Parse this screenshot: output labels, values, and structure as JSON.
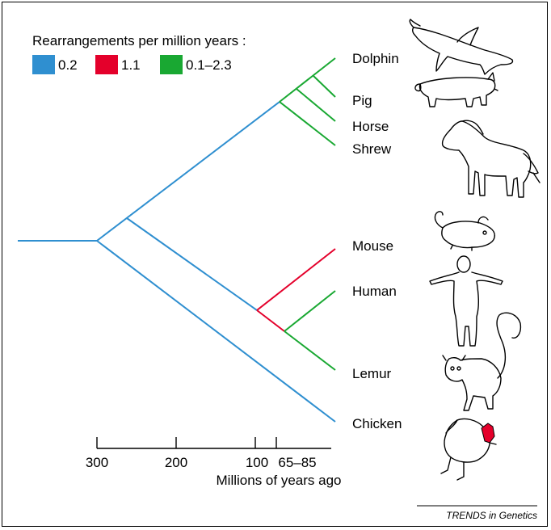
{
  "legend": {
    "title": "Rearrangements per million years :",
    "items": [
      {
        "label": "0.2",
        "color": "#2f8fd0"
      },
      {
        "label": "1.1",
        "color": "#e4002b"
      },
      {
        "label": "0.1–2.3",
        "color": "#19a832"
      }
    ]
  },
  "taxa": [
    "Dolphin",
    "Pig",
    "Horse",
    "Shrew",
    "Mouse",
    "Human",
    "Lemur",
    "Chicken"
  ],
  "axis": {
    "ticks": [
      "300",
      "200",
      "100",
      "65–85"
    ],
    "label": "Millions of years ago"
  },
  "credit": "TRENDS in Genetics",
  "colors": {
    "blue": "#2f8fd0",
    "red": "#e4002b",
    "green": "#19a832"
  },
  "icons": [
    "dolphin-icon",
    "pig-icon",
    "horse-icon",
    "mouse-icon",
    "human-icon",
    "lemur-icon",
    "chicken-icon"
  ]
}
